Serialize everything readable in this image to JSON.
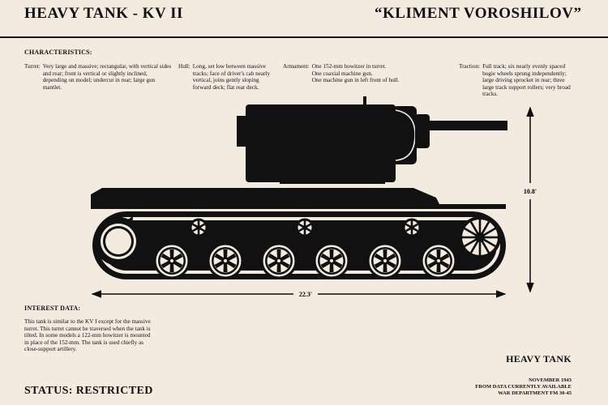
{
  "header": {
    "title": "HEAVY TANK - KV II",
    "nickname": "“KLIMENT VOROSHILOV”"
  },
  "characteristics": {
    "heading": "CHARACTERISTICS:",
    "turret": {
      "label": "Turret:",
      "text": "Very large and massive; rectangular, with vertical sides and rear; front is vertical or slightly inclined, depending on model; undercut in rear; large gun mantlet."
    },
    "hull": {
      "label": "Hull:",
      "text": "Long, set low between massive tracks; face of driver's cab nearly vertical, joins gently sloping forward deck; flat rear deck."
    },
    "armament": {
      "label": "Armament:",
      "lines": [
        "One 152-mm howitzer in turret.",
        "One coaxial machine gun.",
        "One machine gun in left front of hull."
      ]
    },
    "traction": {
      "label": "Traction:",
      "text": "Full track; six nearly evenly spaced bogie wheels sprung independently; large driving sprocket in rear; three large track support rollers; very broad tracks."
    }
  },
  "dimensions": {
    "height": "10.8'",
    "length": "22.3'"
  },
  "interest": {
    "heading": "INTEREST DATA:",
    "text": "This tank is similar to the KV I except for the massive turret. This turret cannot be traversed when the tank is tilted. In some models a 122-mm howitzer is mounted in place of the 152-mm. The tank is used chiefly as close-support artillery."
  },
  "status": "STATUS: RESTRICTED",
  "classification": "HEAVY TANK",
  "source": [
    "NOVEMBER 1943",
    "FROM DATA CURRENTLY AVAILABLE",
    "WAR DEPARTMENT FM 30-45"
  ],
  "colors": {
    "paper": "#f3ebe0",
    "ink": "#111111"
  }
}
